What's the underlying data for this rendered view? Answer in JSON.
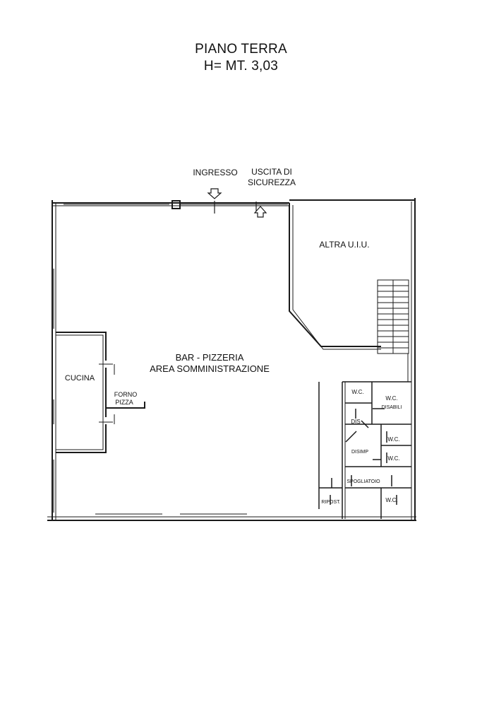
{
  "title": {
    "line1": "PIANO TERRA",
    "line2": "H= MT. 3,03"
  },
  "labels": {
    "ingresso": "INGRESSO",
    "uscita_line1": "USCITA DI",
    "uscita_line2": "SICUREZZA",
    "altra_uiu": "ALTRA U.I.U.",
    "bar_line1": "BAR - PIZZERIA",
    "bar_line2": "AREA SOMMINISTRAZIONE",
    "cucina": "CUCINA",
    "forno_line1": "FORNO",
    "forno_line2": "PIZZA",
    "wc_1": "W.C.",
    "wc_disabili_line1": "W.C.",
    "wc_disabili_line2": "DISABILI",
    "dis": "DIS",
    "disimp": "DISIMP",
    "wc_2": "W.C.",
    "wc_3": "W.C.",
    "spogliatoio": "SPOGLIATOIO",
    "ripost": "RIPOST.",
    "wc_4": "W.C."
  }
}
